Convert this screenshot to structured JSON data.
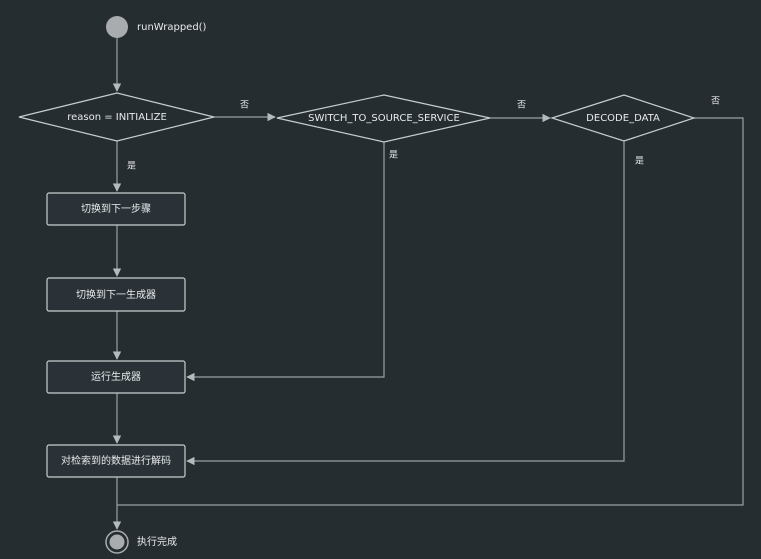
{
  "diagram": {
    "start_label": "runWrapped()",
    "end_label": "执行完成",
    "decisions": {
      "initialize": "reason = INITIALIZE",
      "switch_to_source": "SWITCH_TO_SOURCE_SERVICE",
      "decode_data": "DECODE_DATA"
    },
    "steps": {
      "next_stage": "切换到下一步骤",
      "next_generator": "切换到下一生成器",
      "run_generator": "运行生成器",
      "decode_retrieved": "对检索到的数据进行解码"
    },
    "edge_labels": {
      "yes": "是",
      "no": "否"
    },
    "colors": {
      "background": "#262d31",
      "node_fill": "#2a3237",
      "stroke": "#c9cdd0",
      "line": "#9aa0a4",
      "text": "#e8eaeb",
      "terminal": "#a9acae"
    }
  }
}
